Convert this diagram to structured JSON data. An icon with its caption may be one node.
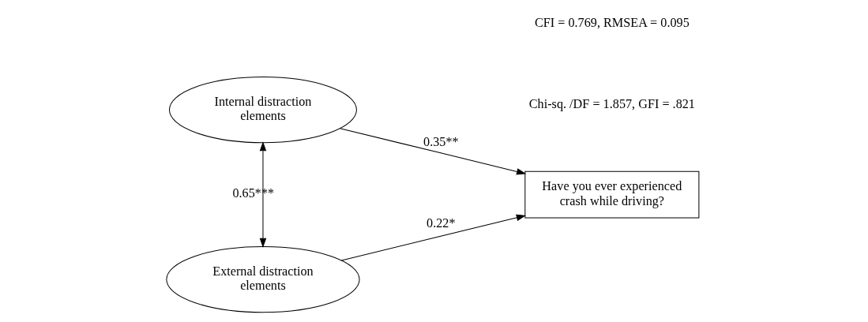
{
  "diagram": {
    "nodes": [
      {
        "text": [
          "Internal distraction elements"
        ]
      },
      {
        "text": [
          "External distraction elements"
        ]
      },
      {
        "text": [
          "Have you ever experienced crash while driving?"
        ]
      }
    ],
    "edges": [
      {
        "from": 0,
        "to": 2,
        "arrow": "to",
        "label": "0.35**"
      },
      {
        "from": 0,
        "to": 1,
        "arrow": "both",
        "label": "0.65***"
      },
      {
        "from": 1,
        "to": 2,
        "arrow": "to",
        "label": "0.22*"
      }
    ],
    "labels": [
      "Chi-sq. /DF = 1.857, GFI = .821",
      "CFI = 0.769, RMSEA = 0.095"
    ]
  }
}
